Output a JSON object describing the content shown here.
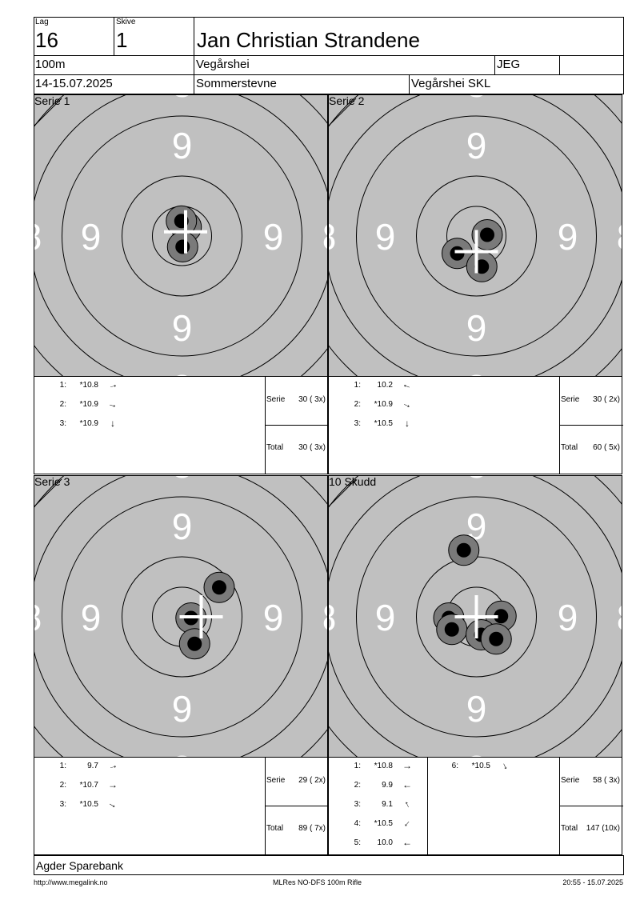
{
  "header": {
    "lag_label": "Lag",
    "lag": "16",
    "skive_label": "Skive",
    "skive": "1",
    "name": "Jan Christian Strandene",
    "distance": "100m",
    "place": "Vegårshei",
    "class": "JEG",
    "date": "14-15.07.2025",
    "event": "Sommerstevne",
    "club": "Vegårshei SKL"
  },
  "target_labels": {
    "ring9": "9",
    "ring8": "8"
  },
  "panels": [
    {
      "title": "Serie 1",
      "shots": [
        {
          "n": "1:",
          "v": "*10.8",
          "arrow": "→",
          "rot": -15
        },
        {
          "n": "2:",
          "v": "*10.9",
          "arrow": "→",
          "rot": 15
        },
        {
          "n": "3:",
          "v": "*10.9",
          "arrow": "↓",
          "rot": 0
        }
      ],
      "shots2": [],
      "serie_label": "Serie",
      "serie_value": "30 ( 3x)",
      "total_label": "Total",
      "total_value": "30 ( 3x)",
      "holes": [
        [
          0.35,
          -0.75
        ],
        [
          -0.05,
          -1.25
        ],
        [
          0.05,
          0.9
        ]
      ],
      "mpi": [
        0.3,
        -0.35
      ]
    },
    {
      "title": "Serie 2",
      "shots": [
        {
          "n": "1:",
          "v": "10.2",
          "arrow": "←",
          "rot": 20
        },
        {
          "n": "2:",
          "v": "*10.9",
          "arrow": "→",
          "rot": 25
        },
        {
          "n": "3:",
          "v": "*10.5",
          "arrow": "↓",
          "rot": 0
        }
      ],
      "shots2": [],
      "serie_label": "Serie",
      "serie_value": "30 ( 2x)",
      "total_label": "Total",
      "total_value": "60 ( 5x)",
      "holes": [
        [
          -1.6,
          1.45
        ],
        [
          0.9,
          -0.1
        ],
        [
          0.45,
          2.55
        ]
      ],
      "mpi": [
        0,
        1.3
      ]
    },
    {
      "title": "Serie 3",
      "shots": [
        {
          "n": "1:",
          "v": "9.7",
          "arrow": "→",
          "rot": -15
        },
        {
          "n": "2:",
          "v": "*10.7",
          "arrow": "→",
          "rot": 0
        },
        {
          "n": "3:",
          "v": "*10.5",
          "arrow": "→",
          "rot": 30
        }
      ],
      "shots2": [],
      "serie_label": "Serie",
      "serie_value": "29 ( 2x)",
      "total_label": "Total",
      "total_value": "89 ( 7x)",
      "holes": [
        [
          3.1,
          -2.45
        ],
        [
          0.75,
          0.1
        ],
        [
          1.05,
          2.25
        ]
      ],
      "mpi": [
        1.6,
        0
      ]
    },
    {
      "title": "10 Skudd",
      "shots": [
        {
          "n": "1:",
          "v": "*10.8",
          "arrow": "→",
          "rot": 0
        },
        {
          "n": "2:",
          "v": "9.9",
          "arrow": "←",
          "rot": 0
        },
        {
          "n": "3:",
          "v": "9.1",
          "arrow": "↑",
          "rot": -25
        },
        {
          "n": "4:",
          "v": "*10.5",
          "arrow": "↓",
          "rot": 40
        },
        {
          "n": "5:",
          "v": "10.0",
          "arrow": "←",
          "rot": 0
        }
      ],
      "shots2": [
        {
          "n": "6:",
          "v": "*10.5",
          "arrow": "↓",
          "rot": -25
        }
      ],
      "serie_label": "Serie",
      "serie_value": "58 ( 3x)",
      "total_label": "Total",
      "total_value": "147 (10x)",
      "holes": [
        [
          -1.05,
          -5.55
        ],
        [
          -2.3,
          0.1
        ],
        [
          -2.05,
          1.05
        ],
        [
          2.05,
          -0.05
        ],
        [
          0.4,
          1.5
        ],
        [
          1.65,
          1.85
        ]
      ],
      "mpi": [
        0,
        0
      ]
    }
  ],
  "sponsor": "Agder Sparebank",
  "footer": {
    "url": "http://www.megalink.no",
    "software": "MLRes NO-DFS 100m Rifle",
    "timestamp": "20:55 - 15.07.2025"
  }
}
